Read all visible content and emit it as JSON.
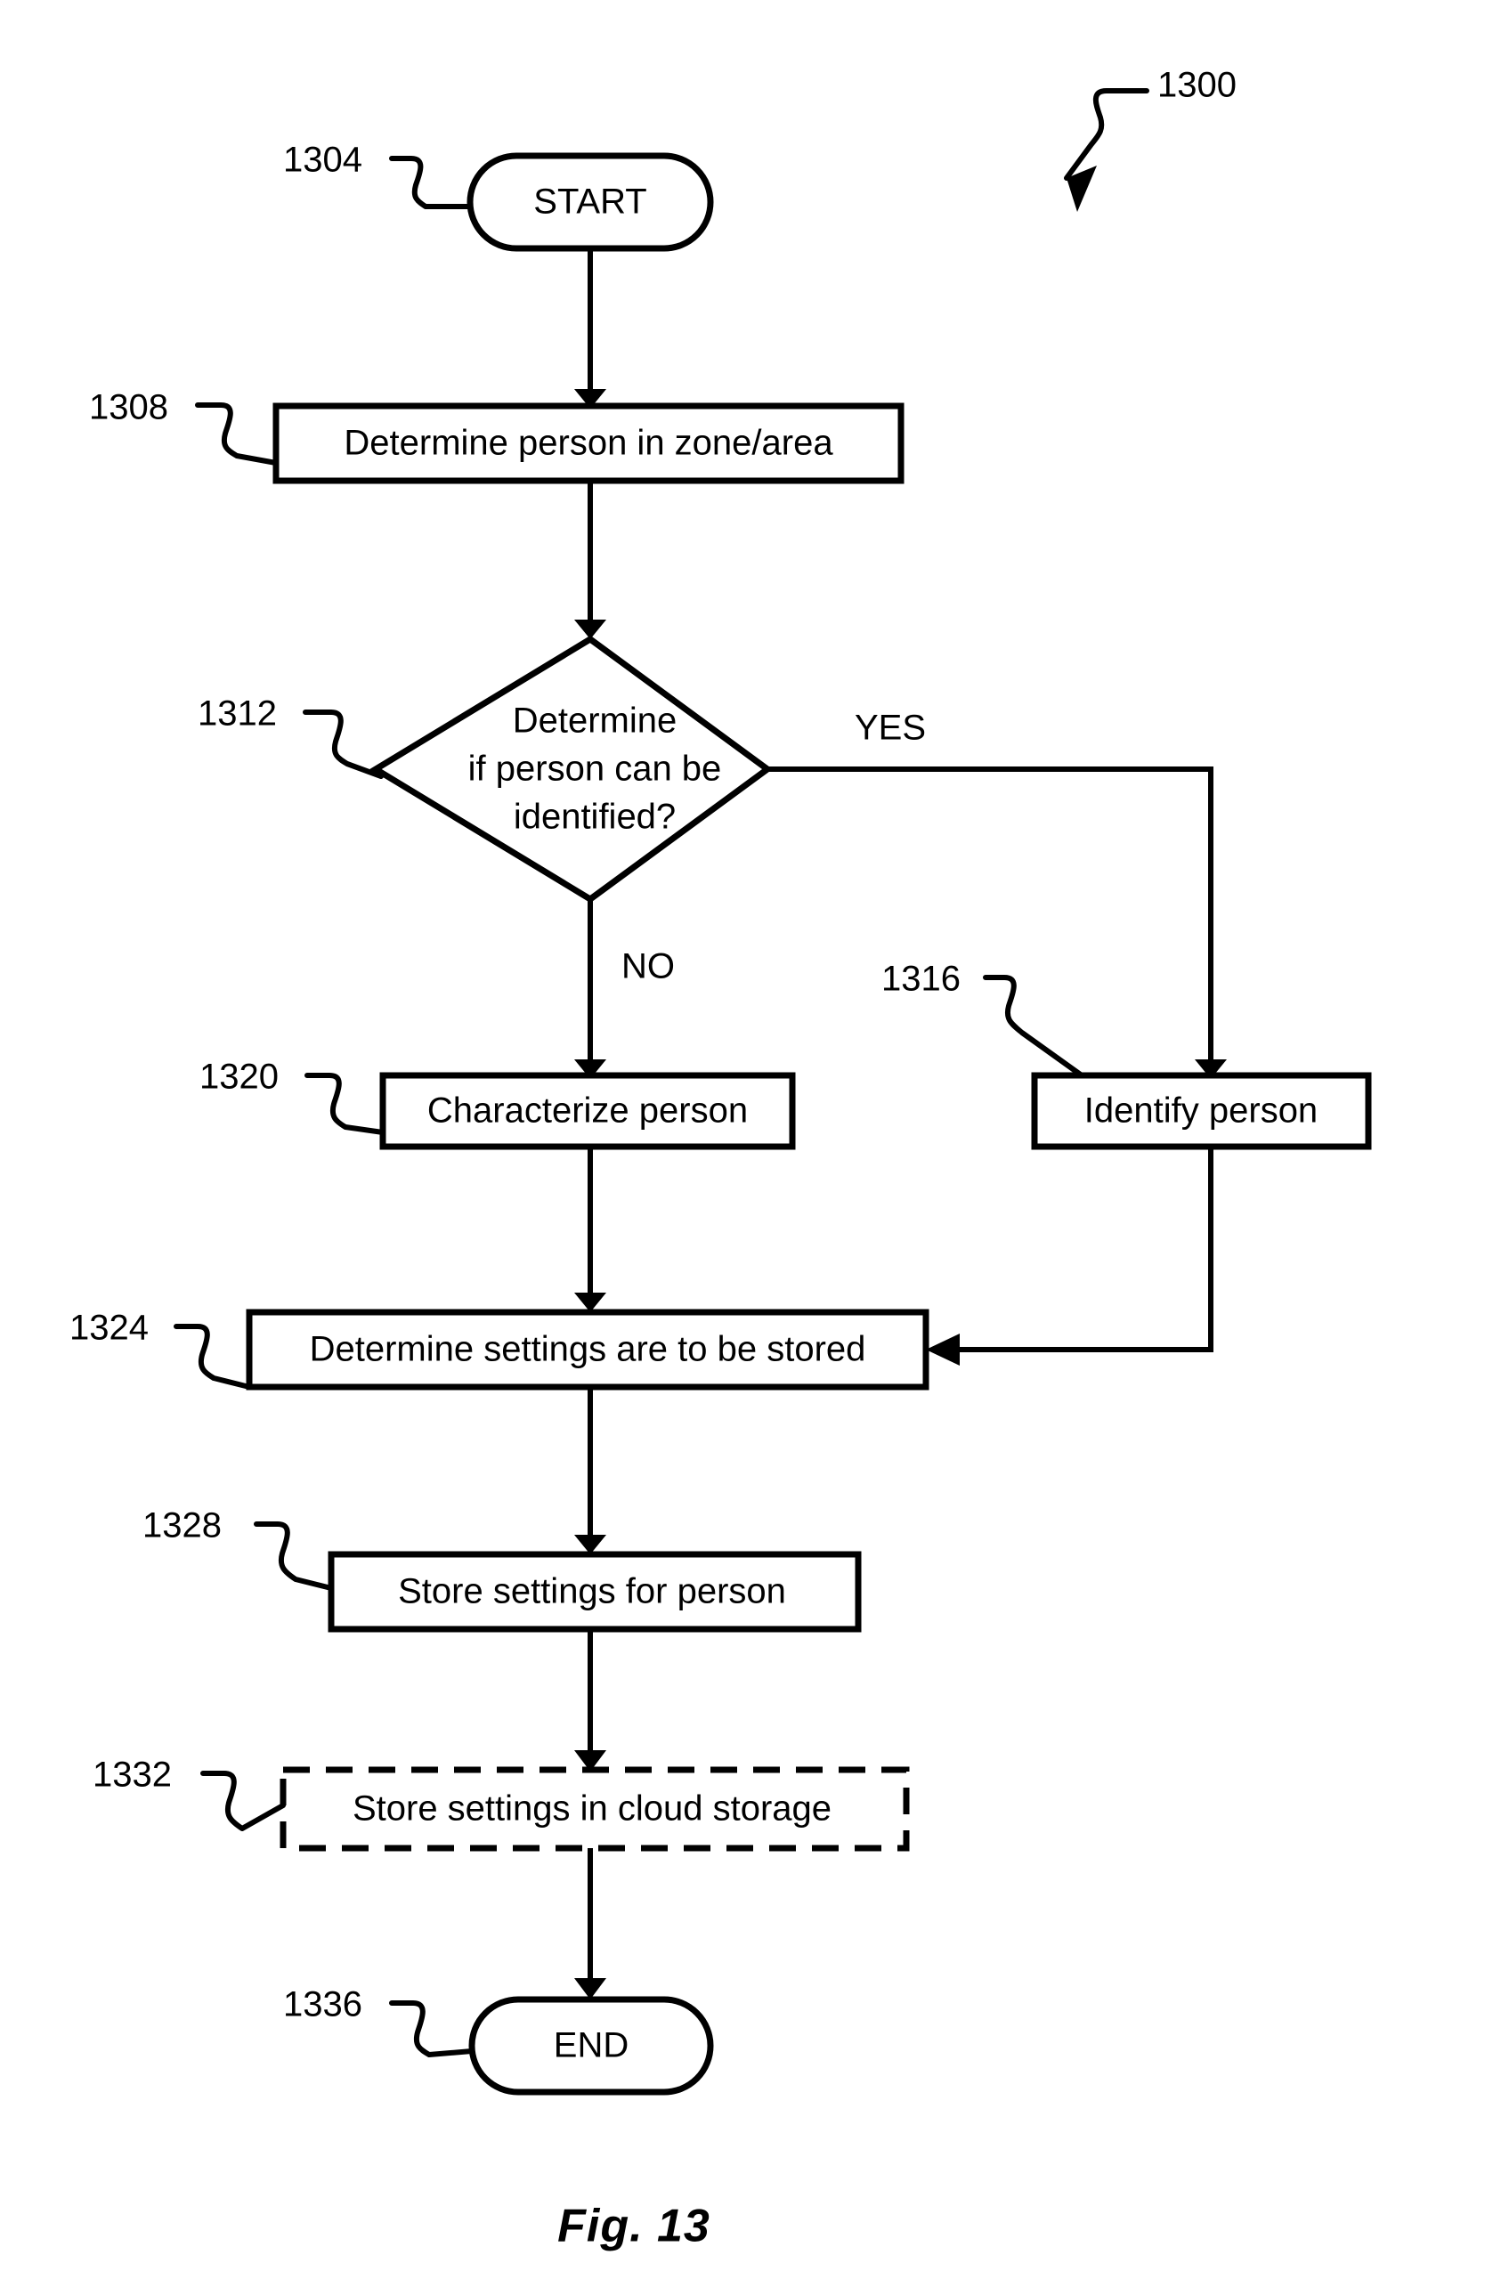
{
  "figure": {
    "caption": "Fig. 13",
    "diagram_ref": "1300",
    "type": "flowchart"
  },
  "nodes": {
    "start": {
      "ref": "1304",
      "label": "START",
      "shape": "terminator"
    },
    "determine_person": {
      "ref": "1308",
      "label": "Determine person in zone/area",
      "shape": "process"
    },
    "decision": {
      "ref": "1312",
      "label_line1": "Determine",
      "label_line2": "if person can be",
      "label_line3": "identified?",
      "shape": "decision"
    },
    "identify_person": {
      "ref": "1316",
      "label": "Identify person",
      "shape": "process"
    },
    "characterize_person": {
      "ref": "1320",
      "label": "Characterize person",
      "shape": "process"
    },
    "determine_settings": {
      "ref": "1324",
      "label": "Determine settings are to be stored",
      "shape": "process"
    },
    "store_settings": {
      "ref": "1328",
      "label": "Store settings for person",
      "shape": "process"
    },
    "store_cloud": {
      "ref": "1332",
      "label": "Store settings in cloud storage",
      "shape": "process-optional-dashed"
    },
    "end": {
      "ref": "1336",
      "label": "END",
      "shape": "terminator"
    }
  },
  "branch_labels": {
    "yes": "YES",
    "no": "NO"
  },
  "colors": {
    "ink": "#000000",
    "paper": "#ffffff"
  }
}
